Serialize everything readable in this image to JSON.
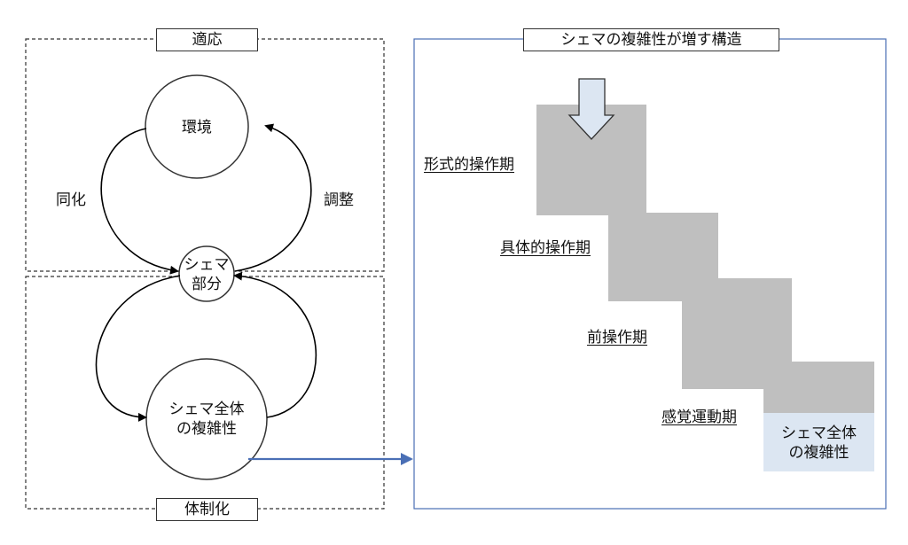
{
  "left_panel": {
    "top_label": "適応",
    "bottom_label": "体制化",
    "environment": "環境",
    "assimilation": "同化",
    "accommodation": "調整",
    "schema_part": [
      "シェマ",
      "部分"
    ],
    "schema_whole": [
      "シェマ全体",
      "の複雑性"
    ]
  },
  "right_panel": {
    "title": "シェマの複雑性が増す構造",
    "stages": [
      "形式的操作期",
      "具体的操作期",
      "前操作期",
      "感覚運動期"
    ],
    "base_box": [
      "シェマ全体",
      "の複雑性"
    ]
  },
  "colors": {
    "stair": "#bfbfbf",
    "base_box": "#dce6f2",
    "arrow_blue": "#4a6fb5",
    "down_arrow_fill": "#dce6f2"
  }
}
